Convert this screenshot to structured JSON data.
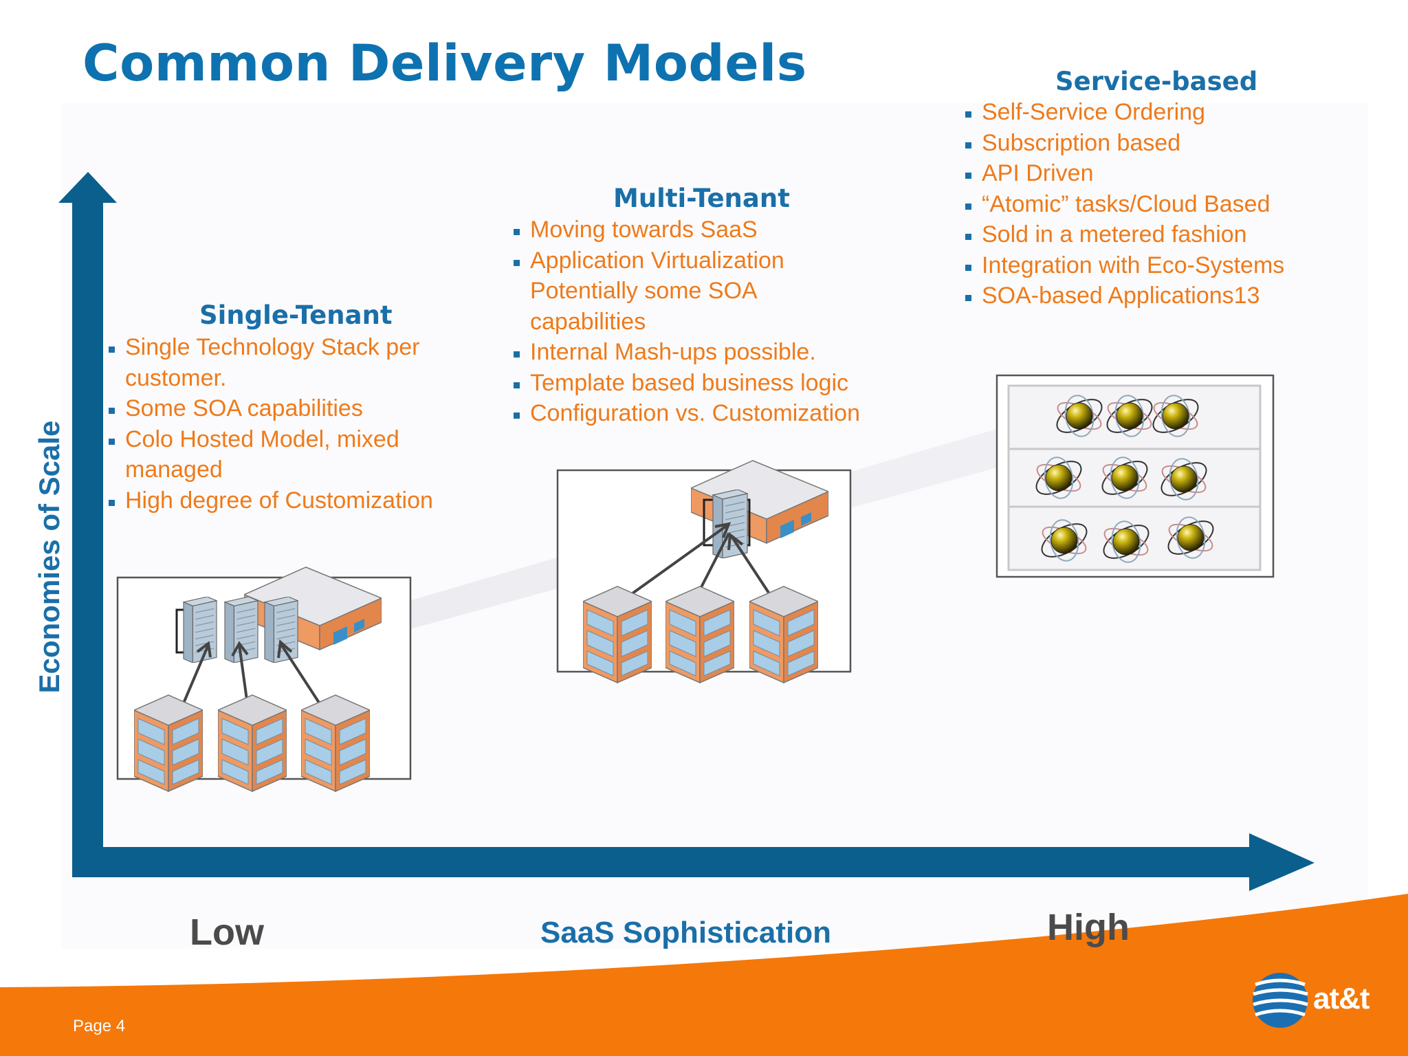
{
  "slide": {
    "title": "Common Delivery Models",
    "page_label": "Page 4",
    "logo_text": "at&t"
  },
  "axes": {
    "y_label": "Economies of Scale",
    "x_label": "SaaS Sophistication",
    "x_low": "Low",
    "x_high": "High"
  },
  "models": [
    {
      "heading": "Single-Tenant",
      "bullets": [
        [
          "Single Technology Stack per",
          "customer."
        ],
        [
          "Some SOA capabilities"
        ],
        [
          "Colo Hosted Model, mixed",
          "managed"
        ],
        [
          "High degree of Customization"
        ]
      ]
    },
    {
      "heading": "Multi-Tenant",
      "bullets": [
        [
          "Moving towards SaaS"
        ],
        [
          "Application Virtualization",
          "Potentially some SOA",
          "capabilities"
        ],
        [
          "Internal Mash-ups possible."
        ],
        [
          "Template based business logic"
        ],
        [
          "Configuration vs. Customization"
        ]
      ]
    },
    {
      "heading": "Service-based",
      "bullets": [
        [
          "Self-Service Ordering"
        ],
        [
          "Subscription based"
        ],
        [
          "API Driven"
        ],
        [
          "“Atomic” tasks/Cloud Based"
        ],
        [
          "Sold in a metered fashion"
        ],
        [
          "Integration with Eco-Systems"
        ],
        [
          "SOA-based Applications13"
        ]
      ]
    }
  ],
  "colors": {
    "title_blue": "#0e72b0",
    "axis_blue": "#0b5f8c",
    "bullet_orange": "#ef7a1a",
    "footer_orange": "#f5780a"
  }
}
